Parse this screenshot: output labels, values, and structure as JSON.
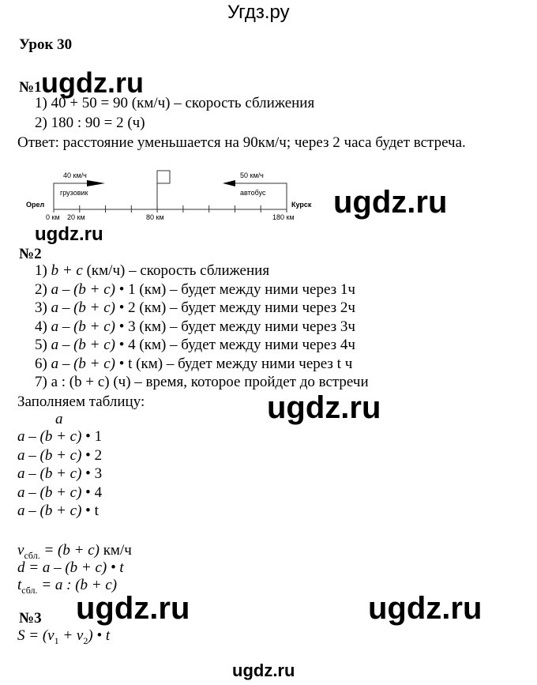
{
  "site_title": "Угдз.ру",
  "lesson": "Урок 30",
  "watermark": "ugdz.ru",
  "task1": {
    "label": "№1",
    "lines": [
      "1) 40 + 50 = 90 (км/ч) – скорость сближения",
      "2) 180 : 90 = 2 (ч)"
    ],
    "answer": "Ответ: расстояние уменьшается на 90км/ч; через 2 часа будет встреча."
  },
  "diagram": {
    "left_city": "Орел",
    "right_city": "Курск",
    "left_speed": "40 км/ч",
    "left_vehicle": "грузовик",
    "right_speed": "50 км/ч",
    "right_vehicle": "автобус",
    "labels": [
      "0 км",
      "20 км",
      "80 км",
      "180 км"
    ],
    "total_km": 180,
    "flag_km": 80,
    "tick_step_km": 20
  },
  "task2": {
    "label": "№2",
    "lines": [
      [
        "1) ",
        "b + c",
        " (км/ч) – скорость сближения"
      ],
      [
        "2) ",
        "a – (b + c)",
        " • 1 (км) – будет между ними через 1ч"
      ],
      [
        "3) ",
        "a – (b + c)",
        " • 2 (км) – будет между ними через 2ч"
      ],
      [
        "4) ",
        "a – (b + c)",
        " • 3 (км) – будет между ними через 3ч"
      ],
      [
        "5) ",
        "a – (b + c)",
        " • 4 (км) – будет между ними через 4ч"
      ],
      [
        "6) ",
        "a – (b + c)",
        " • t (км) – будет между ними через t ч"
      ],
      [
        "7) a : (b + c) (ч) – время, которое пройдет до встречи"
      ]
    ],
    "fill": "Заполняем таблицу:",
    "table_head": "a",
    "table": [
      [
        "a – (b + c)",
        " • 1"
      ],
      [
        "a – (b + c)",
        " • 2"
      ],
      [
        "a – (b + c)",
        " • 3"
      ],
      [
        "a – (b + c)",
        " • 4"
      ],
      [
        "a – (b + c)",
        " • t"
      ]
    ],
    "f1": [
      "v",
      "сбл.",
      " = (b + c)",
      " км/ч"
    ],
    "f2": "d = a – (b + c) • t",
    "f3": [
      "t",
      "сбл.",
      " = a : (b + c)"
    ]
  },
  "task3": {
    "label": "№3",
    "formula": [
      "S = (v",
      "1",
      " + v",
      "2",
      ") • t"
    ]
  },
  "footer": "ugdz.ru"
}
